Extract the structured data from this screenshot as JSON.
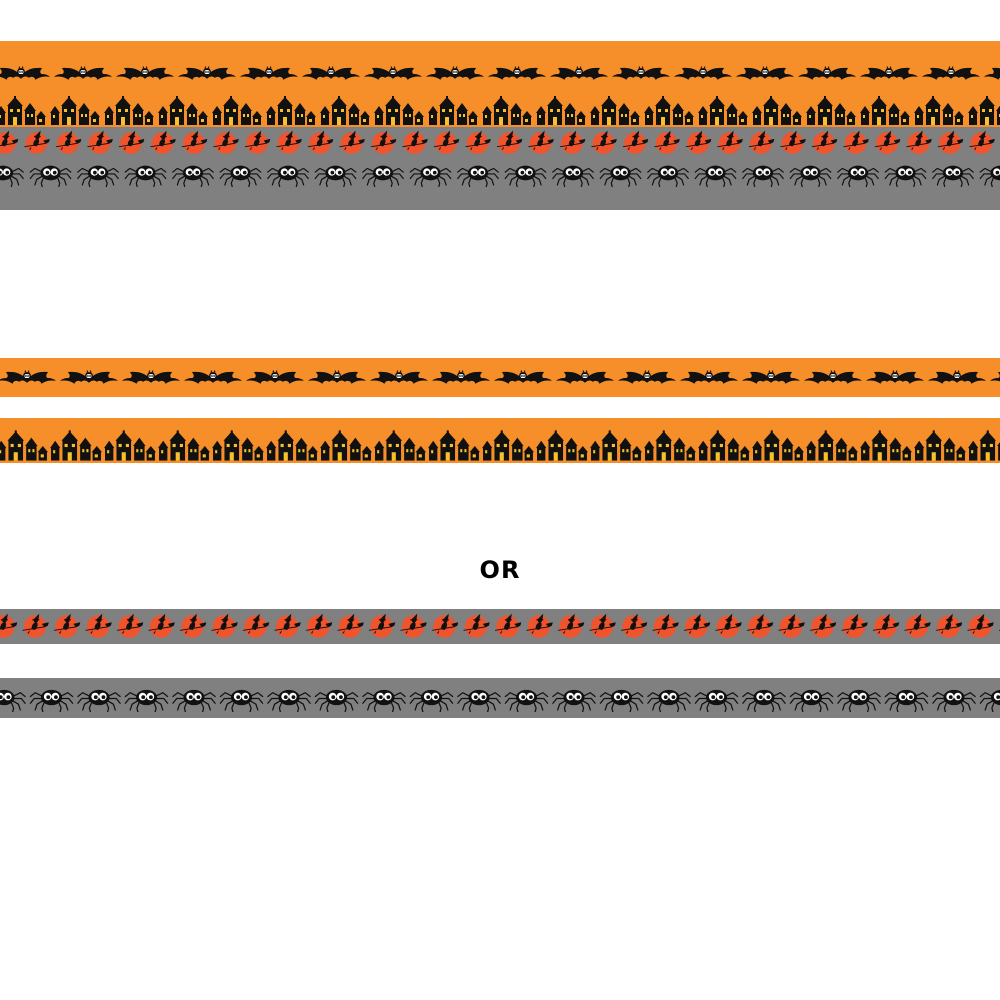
{
  "colors": {
    "orange": "#f68e2a",
    "gray": "#808080",
    "moon": "#f0542c",
    "black": "#111111",
    "white": "#ffffff"
  },
  "separator": {
    "text": "OR"
  },
  "combined_strip": {
    "name": "combined-halloween-ribbon",
    "bands": [
      "bat-icon",
      "haunted-house-icon",
      "witch-moon-icon",
      "spider-icon"
    ]
  },
  "separate_strips": [
    {
      "name": "bat-ribbon",
      "motif": "bat-icon",
      "background": "orange"
    },
    {
      "name": "haunted-house-ribbon",
      "motif": "haunted-house-icon",
      "background": "orange"
    },
    {
      "name": "witch-moon-ribbon",
      "motif": "witch-moon-icon",
      "background": "gray"
    },
    {
      "name": "spider-ribbon",
      "motif": "spider-icon",
      "background": "gray"
    }
  ]
}
